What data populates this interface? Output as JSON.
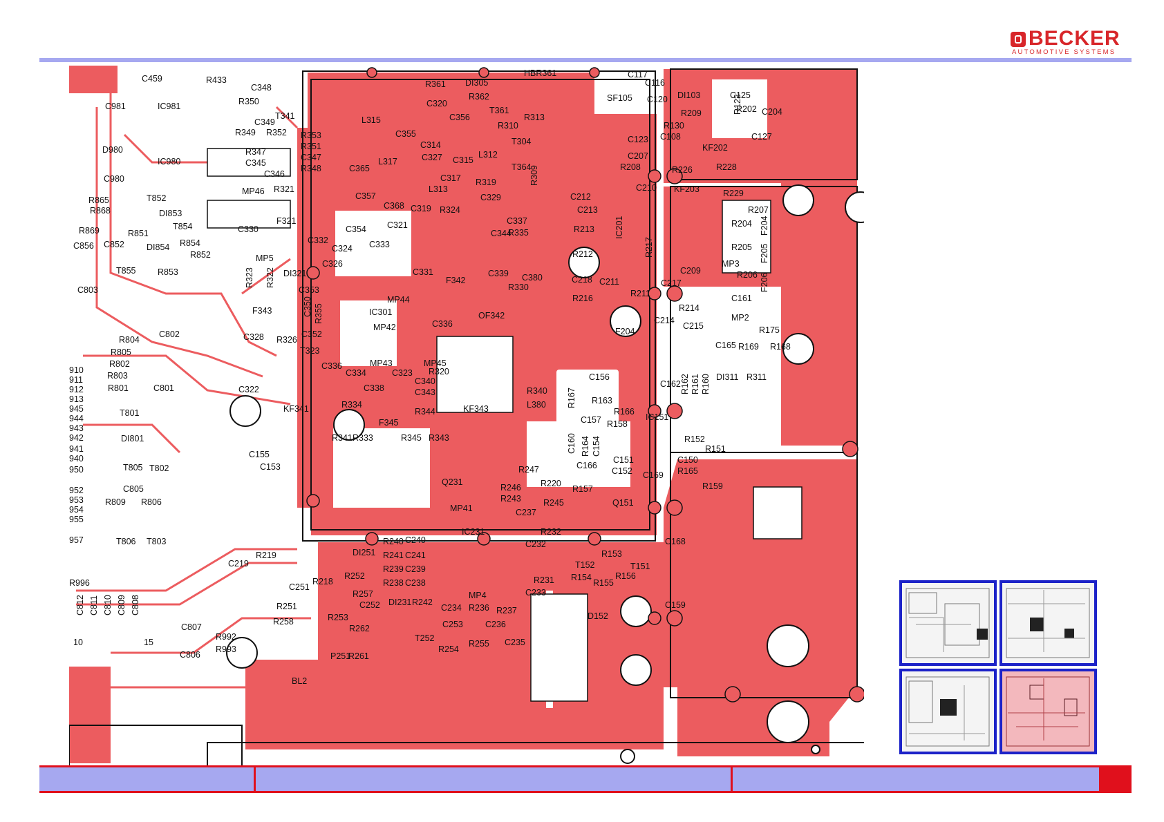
{
  "brand": {
    "name": "BECKER",
    "tagline": "AUTOMOTIVE  SYSTEMS",
    "color": "#d8262a"
  },
  "colors": {
    "copper": "#ec5c5f",
    "rule": "#a6a8f0",
    "nav_frame": "#1c22c8",
    "footer_border": "#e0101c"
  },
  "board": {
    "labels": [
      {
        "id": "c459",
        "t": "C459"
      },
      {
        "id": "r433",
        "t": "R433"
      },
      {
        "id": "c981",
        "t": "C981"
      },
      {
        "id": "ic981",
        "t": "IC981"
      },
      {
        "id": "d980",
        "t": "D980"
      },
      {
        "id": "ic980",
        "t": "IC980"
      },
      {
        "id": "c980",
        "t": "C980"
      },
      {
        "id": "r865",
        "t": "R865"
      },
      {
        "id": "r868",
        "t": "R868"
      },
      {
        "id": "t852",
        "t": "T852"
      },
      {
        "id": "di853",
        "t": "DI853"
      },
      {
        "id": "t854",
        "t": "T854"
      },
      {
        "id": "r869",
        "t": "R869"
      },
      {
        "id": "r851",
        "t": "R851"
      },
      {
        "id": "c856",
        "t": "C856"
      },
      {
        "id": "c852",
        "t": "C852"
      },
      {
        "id": "di854",
        "t": "DI854"
      },
      {
        "id": "r854",
        "t": "R854"
      },
      {
        "id": "r852",
        "t": "R852"
      },
      {
        "id": "t855",
        "t": "T855"
      },
      {
        "id": "r853",
        "t": "R853"
      },
      {
        "id": "c803",
        "t": "C803"
      },
      {
        "id": "c802",
        "t": "C802"
      },
      {
        "id": "r804",
        "t": "R804"
      },
      {
        "id": "r805",
        "t": "R805"
      },
      {
        "id": "r802",
        "t": "R802"
      },
      {
        "id": "r803",
        "t": "R803"
      },
      {
        "id": "r801",
        "t": "R801"
      },
      {
        "id": "c801",
        "t": "C801"
      },
      {
        "id": "t801",
        "t": "T801"
      },
      {
        "id": "di801",
        "t": "DI801"
      },
      {
        "id": "t805",
        "t": "T805"
      },
      {
        "id": "t802",
        "t": "T802"
      },
      {
        "id": "c805",
        "t": "C805"
      },
      {
        "id": "r809",
        "t": "R809"
      },
      {
        "id": "r806",
        "t": "R806"
      },
      {
        "id": "t806",
        "t": "T806"
      },
      {
        "id": "t803",
        "t": "T803"
      },
      {
        "id": "c219",
        "t": "C219"
      },
      {
        "id": "r219",
        "t": "R219"
      },
      {
        "id": "r996",
        "t": "R996"
      },
      {
        "id": "c812",
        "t": "C812"
      },
      {
        "id": "c811",
        "t": "C811"
      },
      {
        "id": "c810",
        "t": "C810"
      },
      {
        "id": "c809",
        "t": "C809"
      },
      {
        "id": "c808",
        "t": "C808"
      },
      {
        "id": "c807",
        "t": "C807"
      },
      {
        "id": "r992",
        "t": "R992"
      },
      {
        "id": "c806",
        "t": "C806"
      },
      {
        "id": "r993",
        "t": "R993"
      },
      {
        "id": "p10",
        "t": "10"
      },
      {
        "id": "p15",
        "t": "15"
      },
      {
        "id": "n910",
        "t": "910"
      },
      {
        "id": "n911",
        "t": "911"
      },
      {
        "id": "n912",
        "t": "912"
      },
      {
        "id": "n913",
        "t": "913"
      },
      {
        "id": "n945",
        "t": "945"
      },
      {
        "id": "n944",
        "t": "944"
      },
      {
        "id": "n943",
        "t": "943"
      },
      {
        "id": "n942",
        "t": "942"
      },
      {
        "id": "n941",
        "t": "941"
      },
      {
        "id": "n940",
        "t": "940"
      },
      {
        "id": "n950",
        "t": "950"
      },
      {
        "id": "n952",
        "t": "952"
      },
      {
        "id": "n953",
        "t": "953"
      },
      {
        "id": "n954",
        "t": "954"
      },
      {
        "id": "n955",
        "t": "955"
      },
      {
        "id": "n957",
        "t": "957"
      },
      {
        "id": "c348",
        "t": "C348"
      },
      {
        "id": "r350",
        "t": "R350"
      },
      {
        "id": "c349",
        "t": "C349"
      },
      {
        "id": "t341",
        "t": "T341"
      },
      {
        "id": "r349",
        "t": "R349"
      },
      {
        "id": "r352",
        "t": "R352"
      },
      {
        "id": "r353",
        "t": "R353"
      },
      {
        "id": "r351",
        "t": "R351"
      },
      {
        "id": "r347",
        "t": "R347"
      },
      {
        "id": "c347",
        "t": "C347"
      },
      {
        "id": "c345",
        "t": "C345"
      },
      {
        "id": "r348",
        "t": "R348"
      },
      {
        "id": "c346",
        "t": "C346"
      },
      {
        "id": "mp46",
        "t": "MP46"
      },
      {
        "id": "r321",
        "t": "R321"
      },
      {
        "id": "f321",
        "t": "F321"
      },
      {
        "id": "c330",
        "t": "C330"
      },
      {
        "id": "c332",
        "t": "C332"
      },
      {
        "id": "c324",
        "t": "C324"
      },
      {
        "id": "mp5",
        "t": "MP5"
      },
      {
        "id": "r323",
        "t": "R323"
      },
      {
        "id": "r322",
        "t": "R322"
      },
      {
        "id": "di321",
        "t": "DI321"
      },
      {
        "id": "c326",
        "t": "C326"
      },
      {
        "id": "c353",
        "t": "C353"
      },
      {
        "id": "f343",
        "t": "F343"
      },
      {
        "id": "c350",
        "t": "C350"
      },
      {
        "id": "r355",
        "t": "R355"
      },
      {
        "id": "c352",
        "t": "C352"
      },
      {
        "id": "c328",
        "t": "C328"
      },
      {
        "id": "r326",
        "t": "R326"
      },
      {
        "id": "t323",
        "t": "T323"
      },
      {
        "id": "c322",
        "t": "C322"
      },
      {
        "id": "kf341",
        "t": "KF341"
      },
      {
        "id": "r341",
        "t": "R341"
      },
      {
        "id": "r333",
        "t": "R333"
      },
      {
        "id": "r361",
        "t": "R361"
      },
      {
        "id": "di305",
        "t": "DI305"
      },
      {
        "id": "r362",
        "t": "R362"
      },
      {
        "id": "l315",
        "t": "L315"
      },
      {
        "id": "c320",
        "t": "C320"
      },
      {
        "id": "c356",
        "t": "C356"
      },
      {
        "id": "t361",
        "t": "T361"
      },
      {
        "id": "r313",
        "t": "R313"
      },
      {
        "id": "c355",
        "t": "C355"
      },
      {
        "id": "r310",
        "t": "R310"
      },
      {
        "id": "c314",
        "t": "C314"
      },
      {
        "id": "t304",
        "t": "T304"
      },
      {
        "id": "l312",
        "t": "L312"
      },
      {
        "id": "c327",
        "t": "C327"
      },
      {
        "id": "c315",
        "t": "C315"
      },
      {
        "id": "l317",
        "t": "L317"
      },
      {
        "id": "c365",
        "t": "C365"
      },
      {
        "id": "t364",
        "t": "T364"
      },
      {
        "id": "r309",
        "t": "R309"
      },
      {
        "id": "c317",
        "t": "C317"
      },
      {
        "id": "l313",
        "t": "L313"
      },
      {
        "id": "c357",
        "t": "C357"
      },
      {
        "id": "r319",
        "t": "R319"
      },
      {
        "id": "c329",
        "t": "C329"
      },
      {
        "id": "c368",
        "t": "C368"
      },
      {
        "id": "c319",
        "t": "C319"
      },
      {
        "id": "r324",
        "t": "R324"
      },
      {
        "id": "c337",
        "t": "C337"
      },
      {
        "id": "c321",
        "t": "C321"
      },
      {
        "id": "c354",
        "t": "C354"
      },
      {
        "id": "c344",
        "t": "C344"
      },
      {
        "id": "r335",
        "t": "R335"
      },
      {
        "id": "c333",
        "t": "C333"
      },
      {
        "id": "c331",
        "t": "C331"
      },
      {
        "id": "f342",
        "t": "F342"
      },
      {
        "id": "c339",
        "t": "C339"
      },
      {
        "id": "c380",
        "t": "C380"
      },
      {
        "id": "r330",
        "t": "R330"
      },
      {
        "id": "mp44",
        "t": "MP44"
      },
      {
        "id": "ic301",
        "t": "IC301"
      },
      {
        "id": "of342",
        "t": "OF342"
      },
      {
        "id": "mp42",
        "t": "MP42"
      },
      {
        "id": "c336a",
        "t": "C336"
      },
      {
        "id": "c336b",
        "t": "C336"
      },
      {
        "id": "mp43",
        "t": "MP43"
      },
      {
        "id": "mp45",
        "t": "MP45"
      },
      {
        "id": "c334",
        "t": "C334"
      },
      {
        "id": "c323",
        "t": "C323"
      },
      {
        "id": "r320",
        "t": "R320"
      },
      {
        "id": "c340",
        "t": "C340"
      },
      {
        "id": "c338",
        "t": "C338"
      },
      {
        "id": "c343",
        "t": "C343"
      },
      {
        "id": "r340",
        "t": "R340"
      },
      {
        "id": "r334",
        "t": "R334"
      },
      {
        "id": "r344",
        "t": "R344"
      },
      {
        "id": "kf343",
        "t": "KF343"
      },
      {
        "id": "l380",
        "t": "L380"
      },
      {
        "id": "f345",
        "t": "F345"
      },
      {
        "id": "r345",
        "t": "R345"
      },
      {
        "id": "r343",
        "t": "R343"
      },
      {
        "id": "hbr361",
        "t": "HBR361"
      },
      {
        "id": "c117",
        "t": "C117"
      },
      {
        "id": "c116",
        "t": "C116"
      },
      {
        "id": "sf105",
        "t": "SF105"
      },
      {
        "id": "c120",
        "t": "C120"
      },
      {
        "id": "di103",
        "t": "DI103"
      },
      {
        "id": "c125",
        "t": "C125"
      },
      {
        "id": "r209",
        "t": "R209"
      },
      {
        "id": "r123",
        "t": "R123"
      },
      {
        "id": "r202",
        "t": "R202"
      },
      {
        "id": "c204",
        "t": "C204"
      },
      {
        "id": "r130",
        "t": "R130"
      },
      {
        "id": "c123",
        "t": "C123"
      },
      {
        "id": "c108",
        "t": "C108"
      },
      {
        "id": "kf202",
        "t": "KF202"
      },
      {
        "id": "c127",
        "t": "C127"
      },
      {
        "id": "c207",
        "t": "C207"
      },
      {
        "id": "r208",
        "t": "R208"
      },
      {
        "id": "r226",
        "t": "R226"
      },
      {
        "id": "r228",
        "t": "R228"
      },
      {
        "id": "c210",
        "t": "C210"
      },
      {
        "id": "kf203",
        "t": "KF203"
      },
      {
        "id": "r229",
        "t": "R229"
      },
      {
        "id": "c212",
        "t": "C212"
      },
      {
        "id": "c213",
        "t": "C213"
      },
      {
        "id": "r207",
        "t": "R207"
      },
      {
        "id": "r213",
        "t": "R213"
      },
      {
        "id": "ic201",
        "t": "IC201"
      },
      {
        "id": "r204",
        "t": "R204"
      },
      {
        "id": "f204a",
        "t": "F204"
      },
      {
        "id": "r212",
        "t": "R212"
      },
      {
        "id": "r217",
        "t": "R217"
      },
      {
        "id": "r205",
        "t": "R205"
      },
      {
        "id": "f205",
        "t": "F205"
      },
      {
        "id": "mp3",
        "t": "MP3"
      },
      {
        "id": "c209",
        "t": "C209"
      },
      {
        "id": "r206",
        "t": "R206"
      },
      {
        "id": "c218",
        "t": "C218"
      },
      {
        "id": "c211",
        "t": "C211"
      },
      {
        "id": "c217",
        "t": "C217"
      },
      {
        "id": "f206",
        "t": "F206"
      },
      {
        "id": "r211",
        "t": "R211"
      },
      {
        "id": "r216",
        "t": "R216"
      },
      {
        "id": "c161",
        "t": "C161"
      },
      {
        "id": "r214",
        "t": "R214"
      },
      {
        "id": "f204b",
        "t": "F204"
      },
      {
        "id": "c214",
        "t": "C214"
      },
      {
        "id": "c215",
        "t": "C215"
      },
      {
        "id": "mp2",
        "t": "MP2"
      },
      {
        "id": "r175",
        "t": "R175"
      },
      {
        "id": "c165",
        "t": "C165"
      },
      {
        "id": "r169",
        "t": "R169"
      },
      {
        "id": "r168",
        "t": "R168"
      },
      {
        "id": "c156",
        "t": "C156"
      },
      {
        "id": "c162",
        "t": "C162"
      },
      {
        "id": "r162",
        "t": "R162"
      },
      {
        "id": "r161",
        "t": "R161"
      },
      {
        "id": "r160",
        "t": "R160"
      },
      {
        "id": "di311",
        "t": "DI311"
      },
      {
        "id": "r311",
        "t": "R311"
      },
      {
        "id": "r167",
        "t": "R167"
      },
      {
        "id": "r163",
        "t": "R163"
      },
      {
        "id": "r166",
        "t": "R166"
      },
      {
        "id": "c157",
        "t": "C157"
      },
      {
        "id": "ic151",
        "t": "IC151"
      },
      {
        "id": "r158",
        "t": "R158"
      },
      {
        "id": "c160",
        "t": "C160"
      },
      {
        "id": "r164",
        "t": "R164"
      },
      {
        "id": "c154",
        "t": "C154"
      },
      {
        "id": "r152",
        "t": "R152"
      },
      {
        "id": "r151",
        "t": "R151"
      },
      {
        "id": "c166",
        "t": "C166"
      },
      {
        "id": "c151",
        "t": "C151"
      },
      {
        "id": "c150",
        "t": "C150"
      },
      {
        "id": "c152",
        "t": "C152"
      },
      {
        "id": "c169",
        "t": "C169"
      },
      {
        "id": "r165",
        "t": "R165"
      },
      {
        "id": "r157",
        "t": "R157"
      },
      {
        "id": "r159",
        "t": "R159"
      },
      {
        "id": "q151",
        "t": "Q151"
      },
      {
        "id": "c168",
        "t": "C168"
      },
      {
        "id": "r153",
        "t": "R153"
      },
      {
        "id": "t152",
        "t": "T152"
      },
      {
        "id": "t151",
        "t": "T151"
      },
      {
        "id": "r154",
        "t": "R154"
      },
      {
        "id": "r156",
        "t": "R156"
      },
      {
        "id": "r155",
        "t": "R155"
      },
      {
        "id": "d152",
        "t": "D152"
      },
      {
        "id": "c159",
        "t": "C159"
      },
      {
        "id": "c155",
        "t": "C155"
      },
      {
        "id": "c153",
        "t": "C153"
      },
      {
        "id": "q231",
        "t": "Q231"
      },
      {
        "id": "r247",
        "t": "R247"
      },
      {
        "id": "r246",
        "t": "R246"
      },
      {
        "id": "r220",
        "t": "R220"
      },
      {
        "id": "r243",
        "t": "R243"
      },
      {
        "id": "r245",
        "t": "R245"
      },
      {
        "id": "mp41",
        "t": "MP41"
      },
      {
        "id": "c237",
        "t": "C237"
      },
      {
        "id": "ic231",
        "t": "IC231"
      },
      {
        "id": "r232",
        "t": "R232"
      },
      {
        "id": "r240",
        "t": "R240"
      },
      {
        "id": "c240",
        "t": "C240"
      },
      {
        "id": "di251",
        "t": "DI251"
      },
      {
        "id": "c232",
        "t": "C232"
      },
      {
        "id": "r241",
        "t": "R241"
      },
      {
        "id": "c241",
        "t": "C241"
      },
      {
        "id": "r239",
        "t": "R239"
      },
      {
        "id": "c239",
        "t": "C239"
      },
      {
        "id": "r231",
        "t": "R231"
      },
      {
        "id": "r252",
        "t": "R252"
      },
      {
        "id": "r218",
        "t": "R218"
      },
      {
        "id": "c251",
        "t": "C251"
      },
      {
        "id": "r238",
        "t": "R238"
      },
      {
        "id": "c238",
        "t": "C238"
      },
      {
        "id": "r257",
        "t": "R257"
      },
      {
        "id": "c233",
        "t": "C233"
      },
      {
        "id": "c252",
        "t": "C252"
      },
      {
        "id": "r251",
        "t": "R251"
      },
      {
        "id": "di231",
        "t": "DI231"
      },
      {
        "id": "r242",
        "t": "R242"
      },
      {
        "id": "mp4",
        "t": "MP4"
      },
      {
        "id": "r253",
        "t": "R253"
      },
      {
        "id": "c234",
        "t": "C234"
      },
      {
        "id": "r236",
        "t": "R236"
      },
      {
        "id": "r237",
        "t": "R237"
      },
      {
        "id": "r258",
        "t": "R258"
      },
      {
        "id": "r262",
        "t": "R262"
      },
      {
        "id": "c253",
        "t": "C253"
      },
      {
        "id": "c236",
        "t": "C236"
      },
      {
        "id": "t252",
        "t": "T252"
      },
      {
        "id": "c235",
        "t": "C235"
      },
      {
        "id": "r255",
        "t": "R255"
      },
      {
        "id": "r254",
        "t": "R254"
      },
      {
        "id": "p251",
        "t": "P251"
      },
      {
        "id": "r261",
        "t": "R261"
      },
      {
        "id": "bl2",
        "t": "BL2"
      }
    ]
  },
  "navigator": {
    "sections": [
      "top-left",
      "top-right",
      "bottom-left",
      "bottom-right"
    ],
    "active": "bottom-right"
  },
  "footer": {
    "cells": [
      "",
      "",
      ""
    ]
  }
}
